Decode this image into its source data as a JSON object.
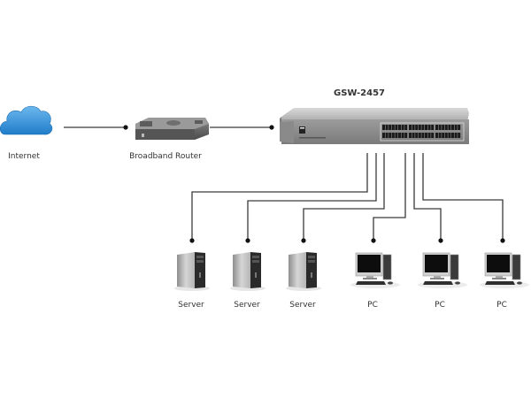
{
  "diagram": {
    "switch_model": "GSW-2457",
    "nodes": {
      "internet": {
        "label": "Internet",
        "icon": "cloud-icon"
      },
      "router": {
        "label": "Broadband Router",
        "icon": "router-icon"
      },
      "switch": {
        "label": "GSW-2457",
        "icon": "switch-icon"
      }
    },
    "devices": [
      {
        "label": "Server",
        "type": "server"
      },
      {
        "label": "Server",
        "type": "server"
      },
      {
        "label": "Server",
        "type": "server"
      },
      {
        "label": "PC",
        "type": "pc"
      },
      {
        "label": "PC",
        "type": "pc"
      },
      {
        "label": "PC",
        "type": "pc"
      }
    ],
    "colors": {
      "cloud": "#3a8fd6",
      "line": "#3a3a3a",
      "device_gray": "#a8a8a8",
      "device_dark": "#2a2a2a"
    }
  }
}
